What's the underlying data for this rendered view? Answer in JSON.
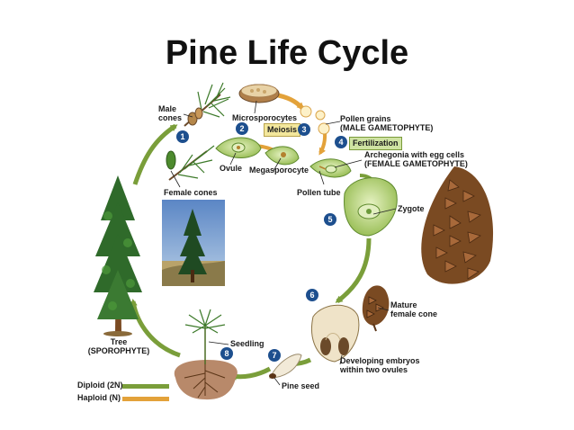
{
  "title": "Pine Life Cycle",
  "labels": {
    "male_cones": [
      "Male",
      "cones"
    ],
    "microsporocytes": "Microsporocytes",
    "meiosis": "Meiosis",
    "pollen_grains": [
      "Pollen grains",
      "(MALE GAMETOPHYTE)"
    ],
    "fertilization": "Fertilization",
    "ovule": "Ovule",
    "megasporocyte": "Megasporocyte",
    "archegonia": [
      "Archegonia with egg cells",
      "(FEMALE GAMETOPHYTE)"
    ],
    "pollen_tube": "Pollen tube",
    "female_cones": "Female cones",
    "zygote": "Zygote",
    "mature_cone": [
      "Mature",
      "female cone"
    ],
    "developing_embryos": [
      "Developing embryos",
      "within two ovules"
    ],
    "pine_seed": "Pine seed",
    "seedling": "Seedling",
    "tree": [
      "Tree",
      "(SPOROPHYTE)"
    ]
  },
  "steps": [
    "1",
    "2",
    "3",
    "4",
    "5",
    "6",
    "7",
    "8"
  ],
  "legend": [
    {
      "label": "Diploid (2N)",
      "color": "#7a9e3a"
    },
    {
      "label": "Haploid (N)",
      "color": "#e3a23a"
    }
  ],
  "colors": {
    "diploid": "#7a9e3a",
    "haploid": "#e3a23a",
    "badge": "#1d4f8e"
  }
}
